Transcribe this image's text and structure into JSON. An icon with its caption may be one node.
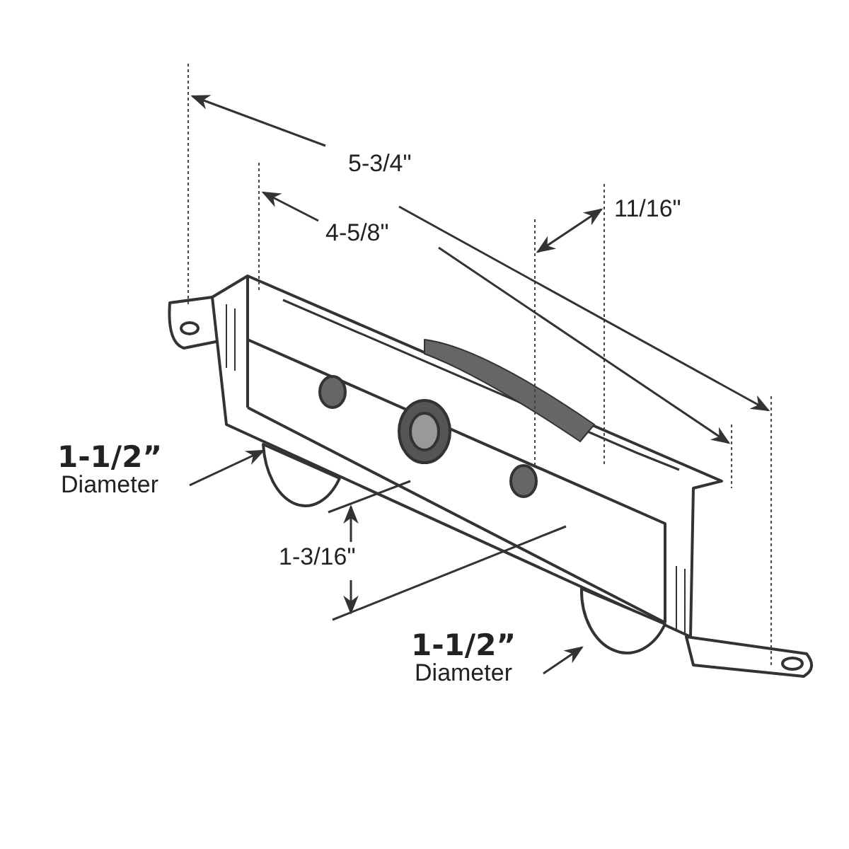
{
  "diagram": {
    "nodes": [
      {
        "text": [
          "1-1/2”",
          "Diameter"
        ]
      },
      {
        "text": [],
        "shape": "circle"
      },
      {
        "text": [
          "1-1/2”",
          "Diameter"
        ]
      },
      {
        "text": [],
        "shape": "circle"
      }
    ],
    "edges": [
      {
        "from": 0,
        "to": 1,
        "arrow": "to"
      },
      {
        "from": 2,
        "to": 3,
        "arrow": "to"
      }
    ],
    "labels": [
      "5-3/4\"",
      "4-5/8\"",
      "11/16\"",
      "1-3/16\""
    ]
  }
}
